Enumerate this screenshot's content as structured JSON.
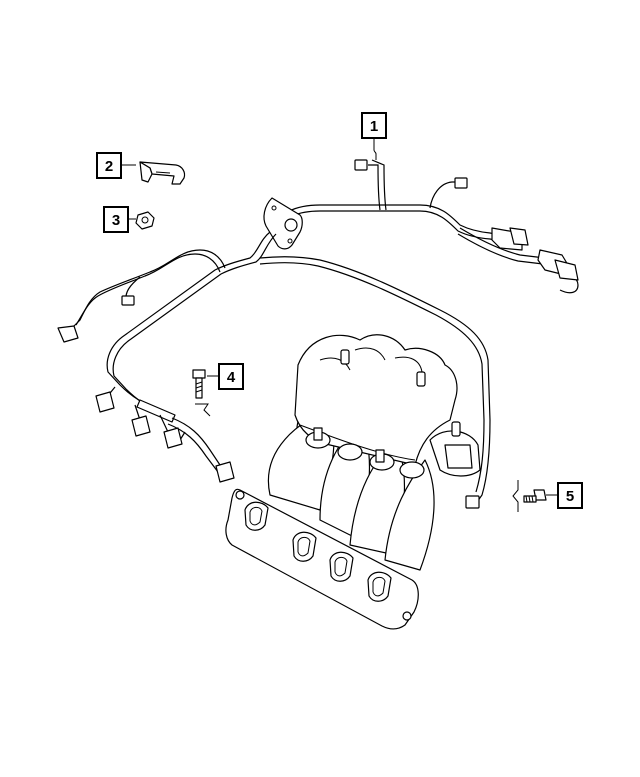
{
  "diagram": {
    "callouts": [
      {
        "id": "1",
        "label": "1",
        "part": "wiring-harness"
      },
      {
        "id": "2",
        "label": "2",
        "part": "clip"
      },
      {
        "id": "3",
        "label": "3",
        "part": "nut"
      },
      {
        "id": "4",
        "label": "4",
        "part": "bolt"
      },
      {
        "id": "5",
        "label": "5",
        "part": "bolt"
      }
    ],
    "colors": {
      "line": "#000000",
      "background": "#ffffff"
    }
  }
}
